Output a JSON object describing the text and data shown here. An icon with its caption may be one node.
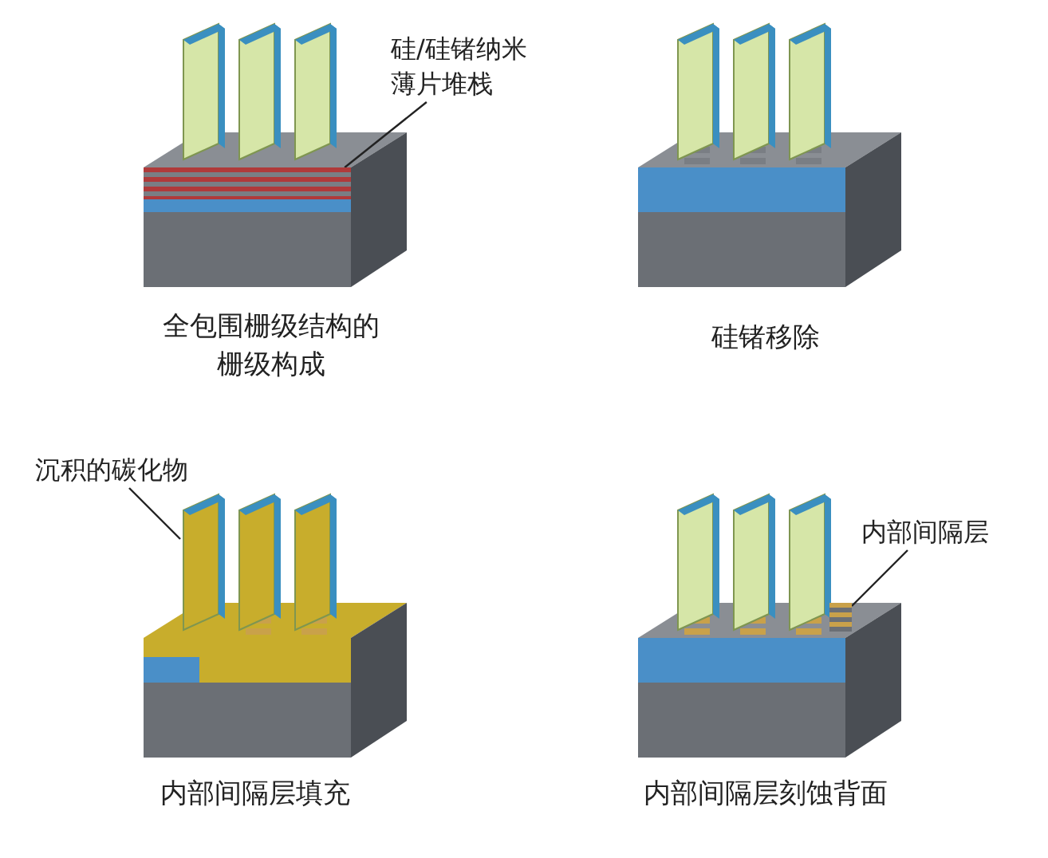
{
  "diagram": {
    "nodes": [
      {
        "text": [
          "硅/硅锗纳米薄片堆栈"
        ]
      },
      {
        "text": [],
        "shape": "picture"
      },
      {
        "text": [
          "沉积的碳化物"
        ]
      },
      {
        "text": [],
        "shape": "picture"
      },
      {
        "text": [
          "内部间隔层"
        ]
      },
      {
        "text": [],
        "shape": "picture"
      }
    ],
    "edges": [
      {
        "from": 0,
        "to": 1,
        "arrow": "none"
      },
      {
        "from": 2,
        "to": 3,
        "arrow": "none"
      },
      {
        "from": 4,
        "to": 5,
        "arrow": "none"
      }
    ],
    "labels": [
      "全包围栅级结构的栅级构成",
      "硅锗移除",
      "内部间隔层填充",
      "内部间隔层刻蚀背面"
    ]
  }
}
